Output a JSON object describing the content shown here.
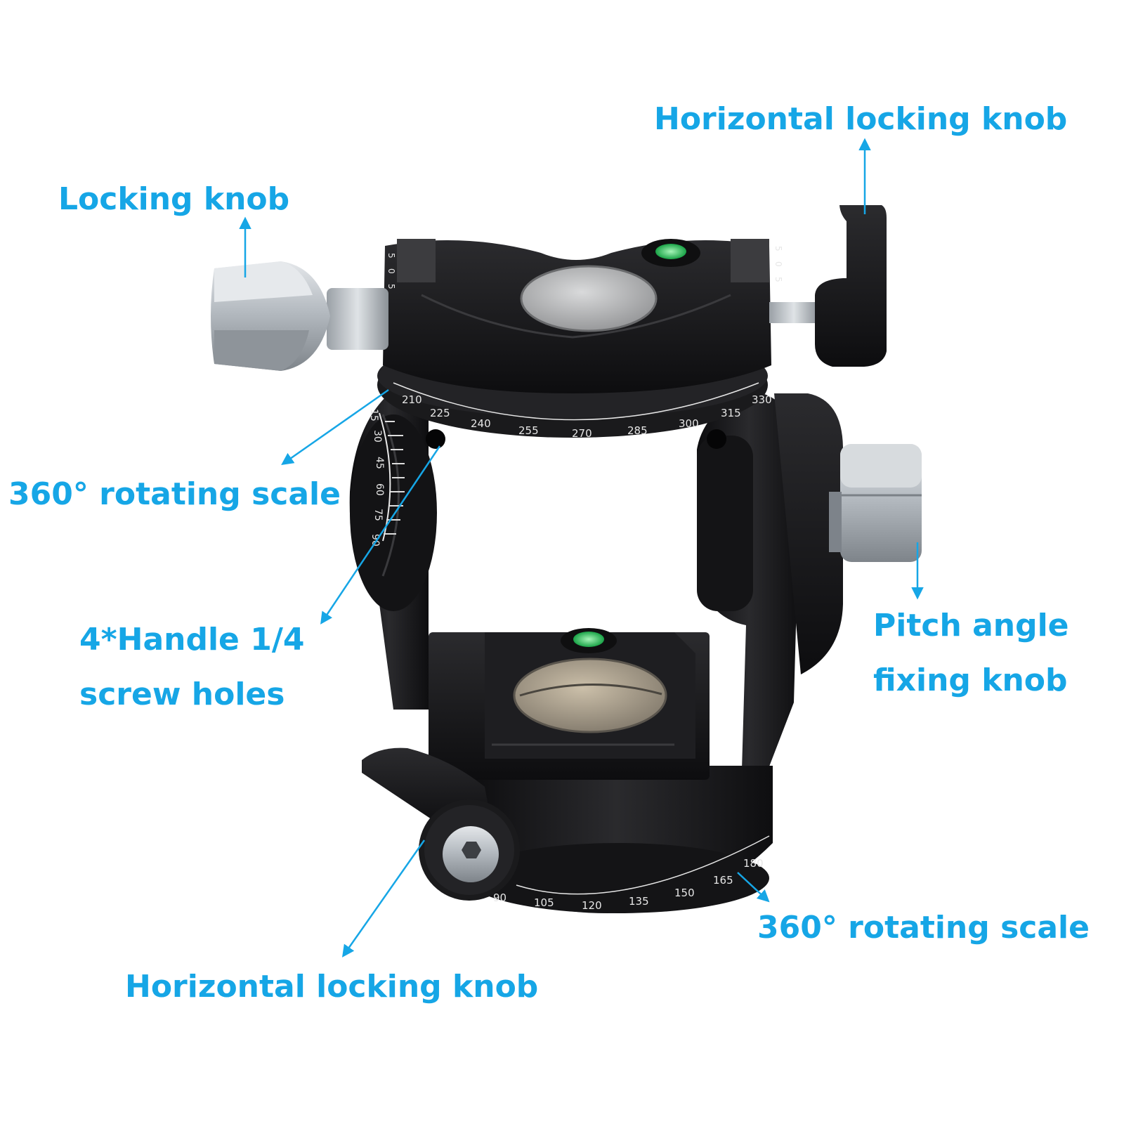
{
  "labels": {
    "horizontal_locking_knob_top": "Horizontal locking knob",
    "locking_knob": "Locking knob",
    "rotating_scale_left": "360° rotating scale",
    "handle_holes_line1": "4*Handle 1/4",
    "handle_holes_line2": "screw holes",
    "pitch_knob_line1": "Pitch angle",
    "pitch_knob_line2": "fixing knob",
    "rotating_scale_right": "360° rotating scale",
    "horizontal_locking_knob_bottom": "Horizontal locking knob"
  },
  "scales": {
    "top_ring": [
      "210",
      "225",
      "240",
      "255",
      "270",
      "285",
      "300",
      "315",
      "330"
    ],
    "side_arc": [
      "15",
      "30",
      "45",
      "60",
      "75",
      "90"
    ],
    "bottom_ring": [
      "90",
      "105",
      "120",
      "135",
      "150",
      "165",
      "180"
    ],
    "level_marks": [
      "5",
      "0",
      "5"
    ]
  },
  "colors": {
    "label": "#16a6e6",
    "metal_dark": "#1b1b1d",
    "silver": "#c8ccd0",
    "bubble": "#39d36b"
  }
}
